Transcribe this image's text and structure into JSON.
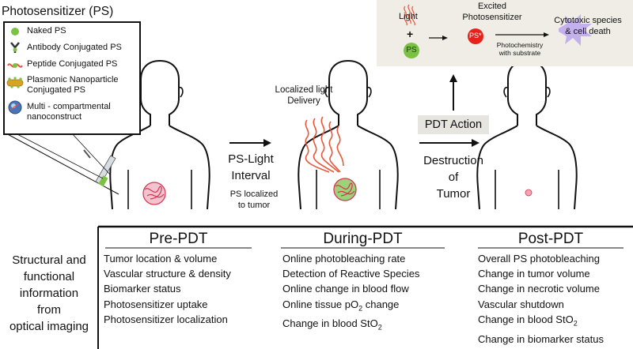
{
  "legend": {
    "title": "Photosensitizer (PS)",
    "items": [
      {
        "label": "Naked PS",
        "icon": "green-dot-icon"
      },
      {
        "label": "Antibody Conjugated PS",
        "icon": "antibody-icon"
      },
      {
        "label": "Peptide Conjugated PS",
        "icon": "peptide-icon"
      },
      {
        "label": "Plasmonic Nanoparticle Conjugated PS",
        "icon": "nanoparticle-icon"
      },
      {
        "label": "Multi - compartmental nanoconstruct",
        "icon": "nanoconstruct-icon"
      }
    ]
  },
  "mechanism": {
    "light": "Light",
    "plus": "+",
    "ps": "PS",
    "excited_line1": "Excited",
    "excited_line2": "Photosensitizer",
    "ps_star": "PS*",
    "photochem_line1": "Photochemistry",
    "photochem_line2": "with substrate",
    "cyto_line1": "Cytotoxic  species",
    "cyto_line2": "& cell death"
  },
  "stages": {
    "localized_line1": "Localized light",
    "localized_line2": "Delivery",
    "interval_line1": "PS-Light",
    "interval_line2": "Interval",
    "ps_localized_line1": "PS localized",
    "ps_localized_line2": "to tumor",
    "pdt_action": "PDT Action",
    "destruction_line1": "Destruction",
    "destruction_line2": "of",
    "destruction_line3": "Tumor"
  },
  "side_label": [
    "Structural and",
    "functional",
    "information",
    "from",
    "optical imaging"
  ],
  "panels": [
    {
      "title": "Pre-PDT",
      "items": [
        "Tumor location & volume",
        "Vascular structure & density",
        "Biomarker status",
        "Photosensitizer uptake",
        "Photosensitizer localization"
      ]
    },
    {
      "title": "During-PDT",
      "items": [
        "Online photobleaching rate",
        "Detection of Reactive Species",
        "Online change in blood flow",
        "Online tissue pO",
        "Change in blood  StO"
      ]
    },
    {
      "title": "Post-PDT",
      "items": [
        "Overall PS photobleaching",
        "Change in tumor volume",
        "Change in necrotic volume",
        "Vascular shutdown",
        "Change in blood  StO",
        "Change in biomarker status"
      ]
    }
  ],
  "subscripts": {
    "two": "2",
    "po2_suffix": " change"
  },
  "colors": {
    "ps_green": "#7cc242",
    "ps_red": "#e5231c",
    "tumor_red": "#d2354f",
    "burst_purple": "#c4b0ee",
    "light_wave": "#e8573a",
    "mech_bg": "#efede6"
  }
}
